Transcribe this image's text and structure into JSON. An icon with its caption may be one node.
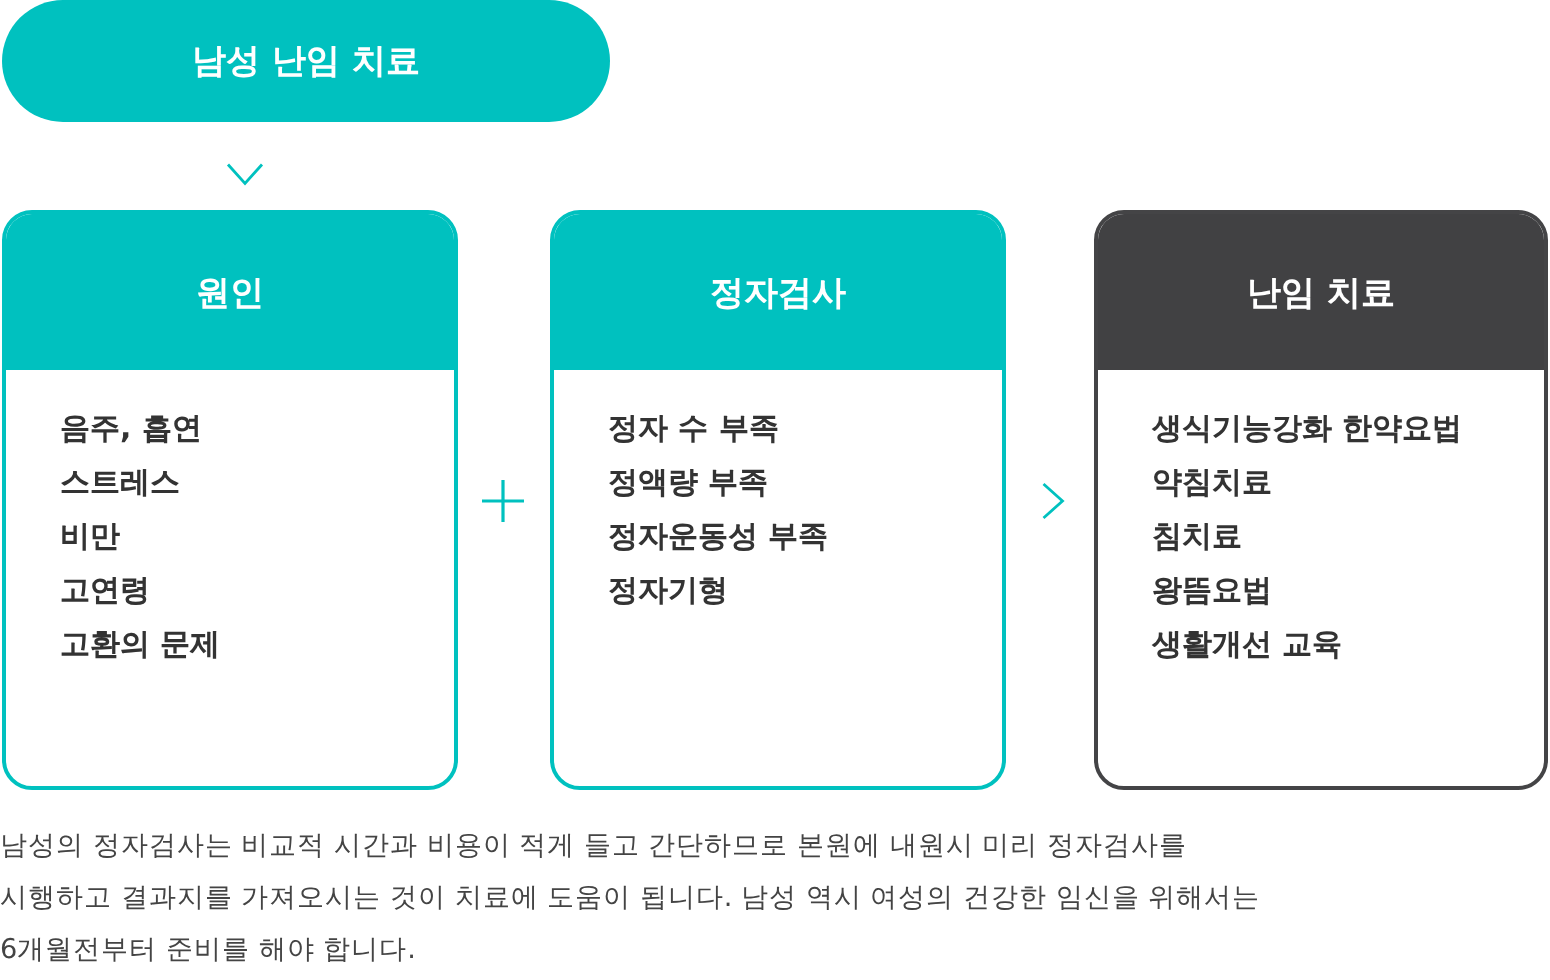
{
  "diagram": {
    "nodes": [
      {
        "text": [
          "남성 난임 치료"
        ]
      },
      {
        "text": [
          "원인",
          "음주, 흡연",
          "스트레스",
          "비만",
          "고연령",
          "고환의 문제"
        ]
      },
      {
        "text": [
          "정자검사",
          "정자 수 부족",
          "정액량 부족",
          "정자운동성 부족",
          "정자기형"
        ]
      },
      {
        "text": [
          "난임 치료",
          "생식기능강화 한약요법",
          "약침치료",
          "침치료",
          "왕뜸요법",
          "생활개선 교육"
        ]
      }
    ],
    "edges": [
      {
        "from": 0,
        "to": 1,
        "arrow": "to"
      },
      {
        "from": 2,
        "to": 3,
        "arrow": "to"
      }
    ],
    "caption": "남성의 정자검사는 비교적 시간과 비용이 적게 들고 간단하므로 본원에 내원시 미리 정자검사를 시행하고 결과지를 가져오시는 것이 치료에 도움이 됩니다. 남성 역시 여성의 건강한 임신을 위해서는 6개월전부터 준비를 해야 합니다."
  }
}
